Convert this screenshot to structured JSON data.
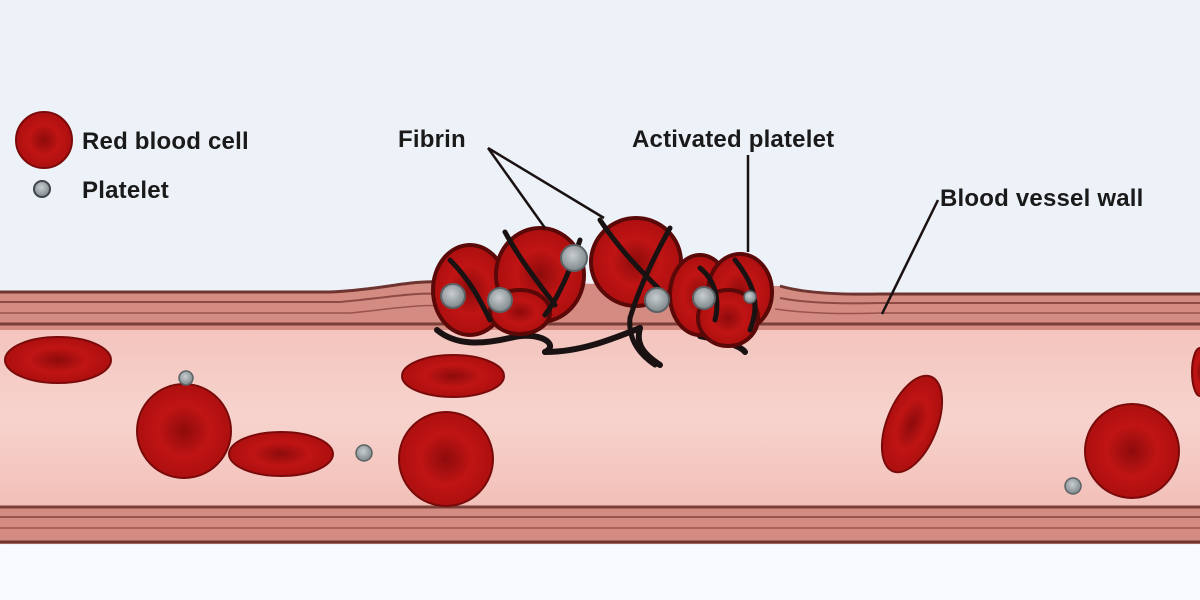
{
  "labels": {
    "legend_rbc": "Red blood cell",
    "legend_platelet": "Platelet",
    "fibrin": "Fibrin",
    "activated_platelet": "Activated platelet",
    "vessel_wall": "Blood vessel wall"
  },
  "colors": {
    "rbc": "#b80f10",
    "rbc_dark": "#7a0a0a",
    "rbc_light": "#d62525",
    "platelet": "#9aa2a6",
    "plasma": "#f6cdc6",
    "wall": "#c97a72",
    "wall_dark": "#7b3f3a",
    "fibrin": "#1a1212",
    "background": "#edf2f8"
  }
}
